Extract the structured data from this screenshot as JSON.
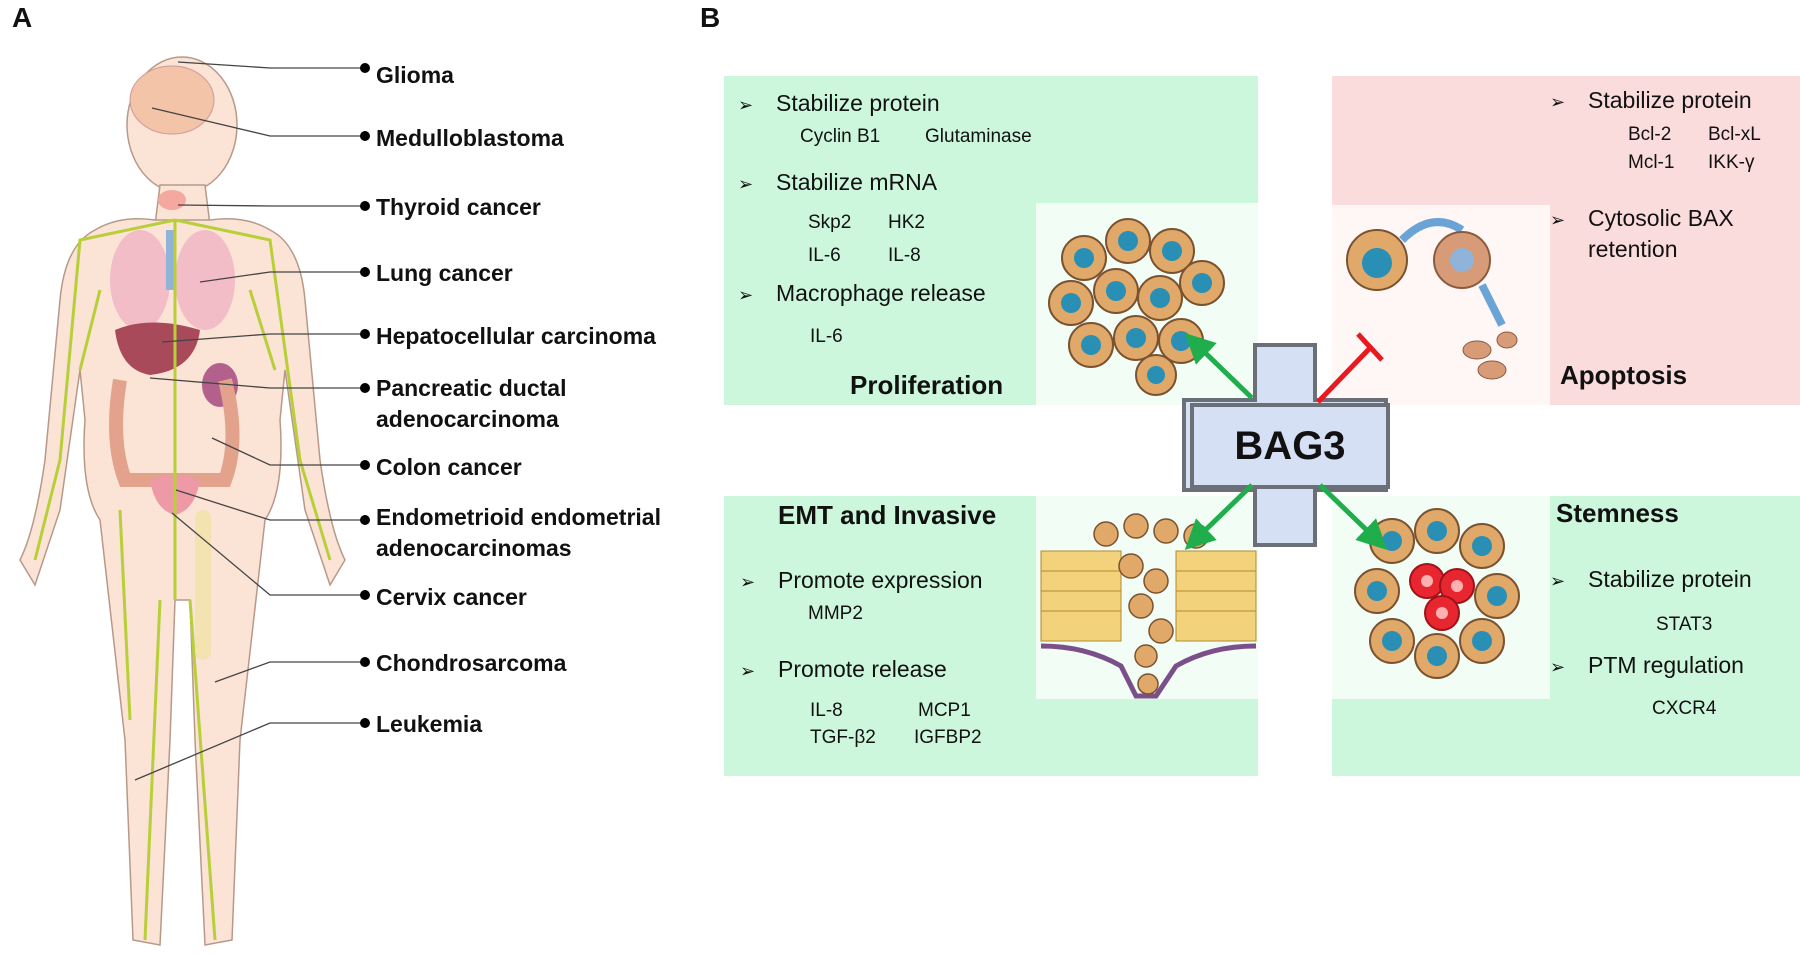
{
  "panels": {
    "a": "A",
    "b": "B"
  },
  "cancers": [
    "Glioma",
    "Medulloblastoma",
    "Thyroid cancer",
    "Lung cancer",
    "Hepatocellular carcinoma",
    "Pancreatic ductal adenocarcinoma",
    "Colon cancer",
    "Endometrioid endometrial adenocarcinomas",
    "Cervix cancer",
    "Chondrosarcoma",
    "Leukemia"
  ],
  "cancer_lines": [
    [
      "Glioma"
    ],
    [
      "Medulloblastoma"
    ],
    [
      "Thyroid cancer"
    ],
    [
      "Lung cancer"
    ],
    [
      "Hepatocellular carcinoma"
    ],
    [
      "Pancreatic ductal",
      "adenocarcinoma"
    ],
    [
      "Colon cancer"
    ],
    [
      "Endometrioid endometrial",
      "adenocarcinomas"
    ],
    [
      "Cervix cancer"
    ],
    [
      "Chondrosarcoma"
    ],
    [
      "Leukemia"
    ]
  ],
  "center": "BAG3",
  "proliferation": {
    "title": "Proliferation",
    "b1": "Stabilize protein",
    "b1_items": [
      "Cyclin B1",
      "Glutaminase"
    ],
    "b2": "Stabilize mRNA",
    "b2_items": [
      "Skp2",
      "HK2",
      "IL-6",
      "IL-8"
    ],
    "b3": "Macrophage release",
    "b3_items": [
      "IL-6"
    ]
  },
  "apoptosis": {
    "title": "Apoptosis",
    "b1": "Stabilize protein",
    "b1_items": [
      "Bcl-2",
      "Bcl-xL",
      "Mcl-1",
      "IKK-γ"
    ],
    "b2_line1": "Cytosolic BAX",
    "b2_line2": "retention"
  },
  "emt": {
    "title": "EMT and Invasive",
    "b1": "Promote expression",
    "b1_items": [
      "MMP2"
    ],
    "b2": "Promote release",
    "b2_items": [
      "IL-8",
      "MCP1",
      "TGF-β2",
      "IGFBP2"
    ]
  },
  "stemness": {
    "title": "Stemness",
    "b1": "Stabilize protein",
    "b1_items": [
      "STAT3"
    ],
    "b2": "PTM regulation",
    "b2_items": [
      "CXCR4"
    ]
  },
  "bullet_symbol": "➢",
  "colors": {
    "activate": "#1fae4b",
    "inhibit": "#e8191f",
    "green_box": "#cdf7dc",
    "pink_box": "#fbdcdc",
    "center": "#d6e0f5"
  }
}
